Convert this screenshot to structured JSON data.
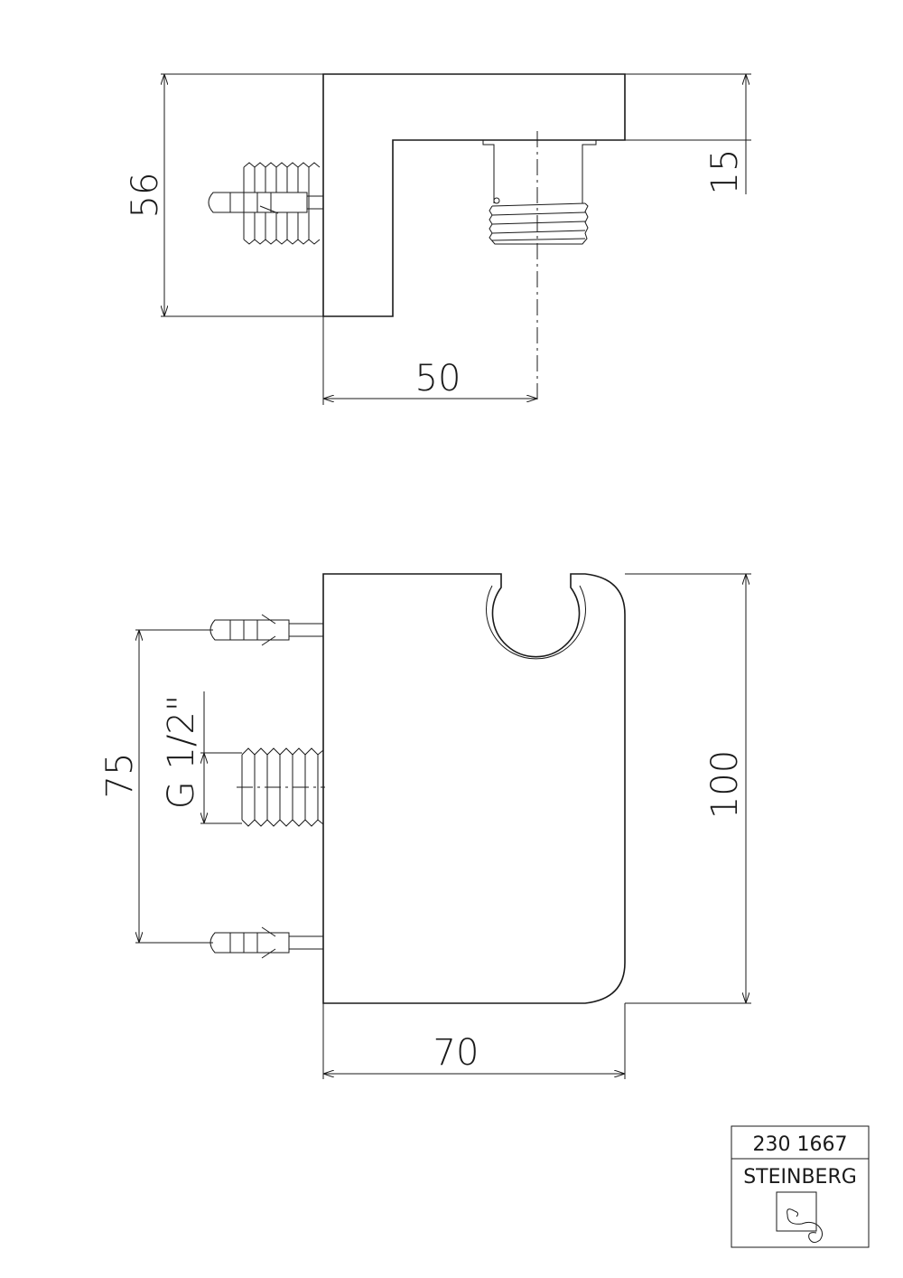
{
  "top_view": {
    "dim_height": "56",
    "dim_wall_thickness": "15",
    "dim_projection": "50"
  },
  "front_view": {
    "dim_height": "100",
    "dim_width": "70",
    "dim_mount_spacing": "75",
    "thread_label": "G 1/2\""
  },
  "title_block": {
    "article_number": "230 1667",
    "brand": "STEINBERG"
  }
}
